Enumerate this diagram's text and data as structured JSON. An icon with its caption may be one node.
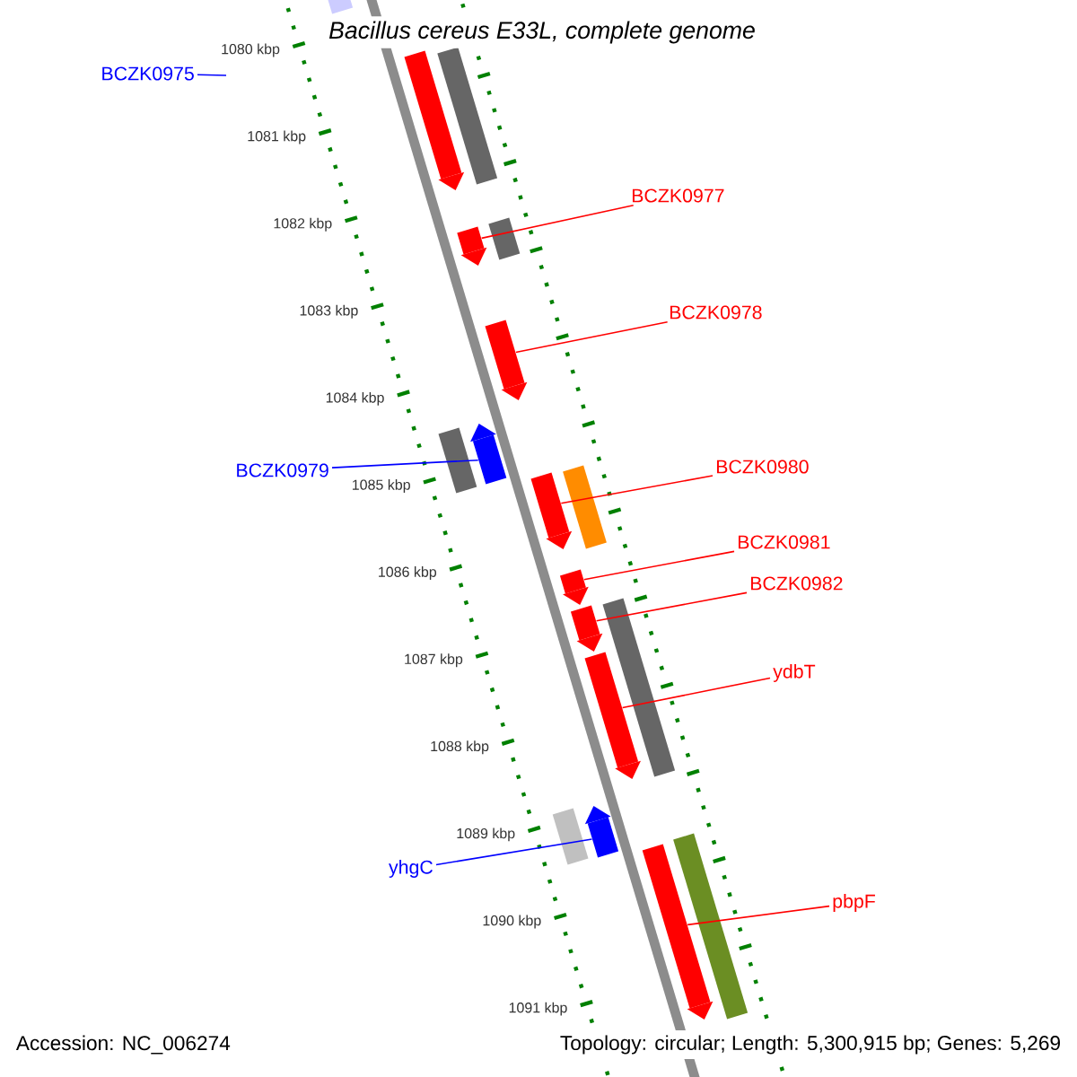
{
  "diagram": {
    "title": "Bacillus cereus E33L, complete genome",
    "nodes": [
      {
        "text": [
          "BCZK0975"
        ]
      },
      {
        "text": [
          "BCZK0977"
        ]
      },
      {
        "text": [],
        "shape": "pentagon"
      },
      {
        "text": [
          "BCZK0978"
        ]
      },
      {
        "text": [],
        "shape": "pentagon"
      },
      {
        "text": [
          "BCZK0979"
        ]
      },
      {
        "text": [],
        "shape": "pentagon"
      },
      {
        "text": [
          "BCZK0980"
        ]
      },
      {
        "text": [],
        "shape": "pentagon"
      },
      {
        "text": [
          "BCZK0981"
        ]
      },
      {
        "text": [],
        "shape": "pentagon"
      },
      {
        "text": [
          "BCZK0982"
        ]
      },
      {
        "text": [],
        "shape": "pentagon"
      },
      {
        "text": [
          "ydbT"
        ]
      },
      {
        "text": [],
        "shape": "pentagon"
      },
      {
        "text": [
          "yhgC"
        ]
      },
      {
        "text": [],
        "shape": "pentagon"
      },
      {
        "text": [
          "pbpF"
        ]
      },
      {
        "text": [],
        "shape": "pentagon"
      },
      {
        "text": [],
        "shape": "pentagon"
      },
      {
        "text": [],
        "shape": "bar"
      },
      {
        "text": [],
        "shape": "bar"
      },
      {
        "text": [],
        "shape": "bar"
      },
      {
        "text": [],
        "shape": "bar"
      },
      {
        "text": [],
        "shape": "bar"
      },
      {
        "text": [],
        "shape": "bar"
      },
      {
        "text": [],
        "shape": "bar"
      },
      {
        "text": [],
        "shape": "pentagon"
      }
    ],
    "edges": [
      {
        "from": 0,
        "to": null,
        "arrow": "none",
        "color": "#0000ff"
      },
      {
        "from": 1,
        "to": 2,
        "arrow": "none"
      },
      {
        "from": 3,
        "to": 4,
        "arrow": "none"
      },
      {
        "from": 5,
        "to": 6,
        "arrow": "none",
        "color": "#0000ff"
      },
      {
        "from": 7,
        "to": 8,
        "arrow": "none"
      },
      {
        "from": 9,
        "to": 10,
        "arrow": "none"
      },
      {
        "from": 11,
        "to": 12,
        "arrow": "none"
      },
      {
        "from": 13,
        "to": 14,
        "arrow": "none"
      },
      {
        "from": 15,
        "to": 16,
        "arrow": "none",
        "color": "#0000ff"
      },
      {
        "from": 17,
        "to": 18,
        "arrow": "none"
      }
    ],
    "labels": [
      "1080 kbp",
      "1081 kbp",
      "1082 kbp",
      "1083 kbp",
      "1084 kbp",
      "1085 kbp",
      "1086 kbp",
      "1087 kbp",
      "1088 kbp",
      "1089 kbp",
      "1090 kbp",
      "1091 kbp",
      "Accession: NC_006274",
      "Topology: circular; Length: 5,300,915 bp; Genes: 5,269"
    ]
  }
}
